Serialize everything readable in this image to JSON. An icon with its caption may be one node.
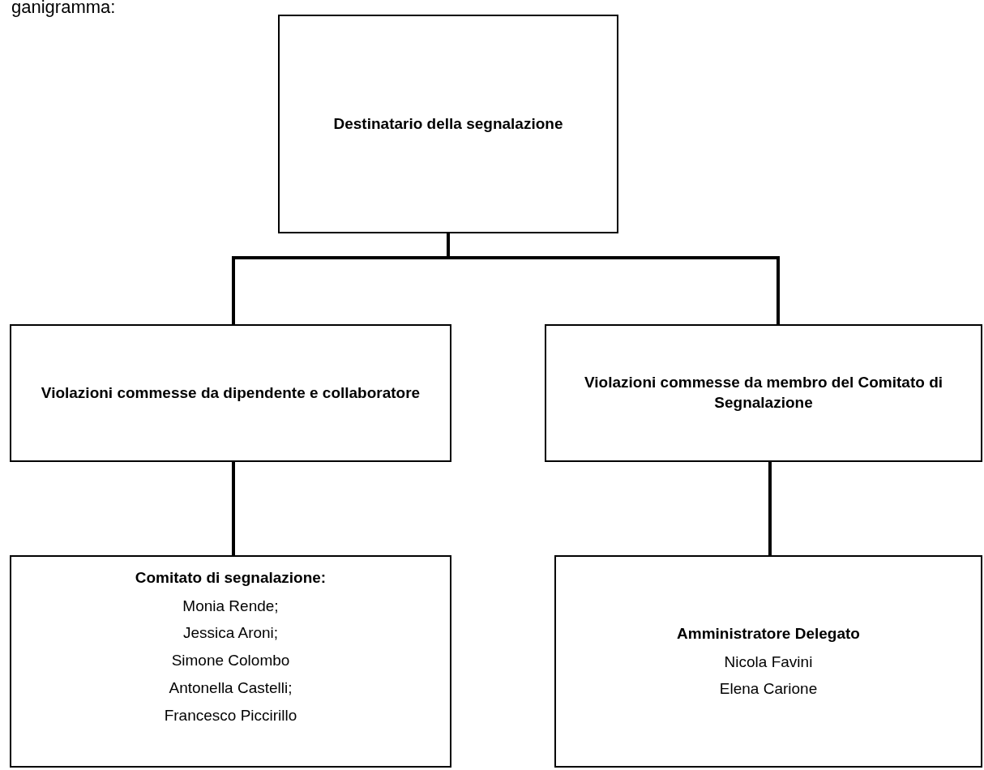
{
  "diagram": {
    "title": "ganigramma:",
    "nodes": [
      {
        "text": [
          "Destinatario della segnalazione"
        ]
      },
      {
        "text": [
          "Violazioni commesse da dipendente e collaboratore"
        ]
      },
      {
        "text": [
          "Violazioni commesse da membro del Comitato di Segnalazione"
        ]
      },
      {
        "text": [
          "Comitato di segnalazione:",
          "Monia Rende;",
          "Jessica Aroni;",
          "Simone Colombo",
          "Antonella Castelli;",
          "Francesco Piccirillo"
        ]
      },
      {
        "text": [
          "Amministratore Delegato",
          "Nicola Favini",
          "Elena Carione"
        ]
      }
    ],
    "edges": [
      {
        "from": 0,
        "to": 1,
        "arrow": "none"
      },
      {
        "from": 0,
        "to": 2,
        "arrow": "none"
      },
      {
        "from": 1,
        "to": 3,
        "arrow": "none"
      },
      {
        "from": 2,
        "to": 4,
        "arrow": "none"
      }
    ]
  }
}
